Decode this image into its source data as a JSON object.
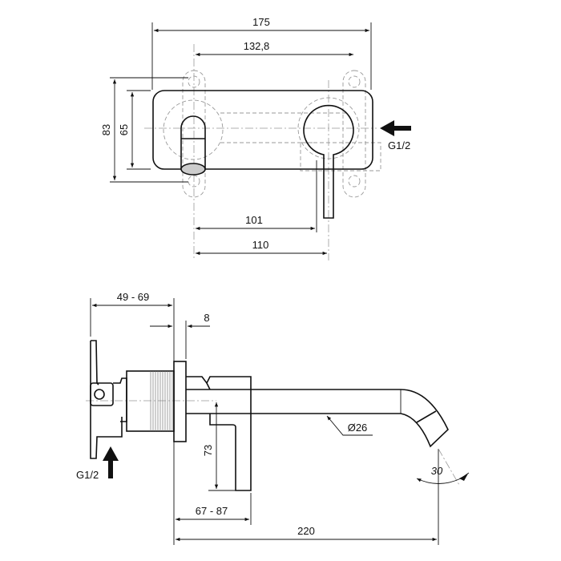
{
  "top_view": {
    "dim_width_total": "175",
    "dim_hole_spacing": "132,8",
    "dim_height_outer": "83",
    "dim_height_plate": "65",
    "dim_lever_offset": "101",
    "dim_handle_offset": "110",
    "inlet_label": "G1/2"
  },
  "side_view": {
    "dim_body_depth": "49 - 69",
    "dim_plate_thickness": "8",
    "dim_lever_height": "73",
    "dim_lever_reach": "67 - 87",
    "dim_spout_reach": "220",
    "dim_spout_diameter": "Ø26",
    "dim_angle": "30",
    "inlet_label": "G1/2"
  }
}
